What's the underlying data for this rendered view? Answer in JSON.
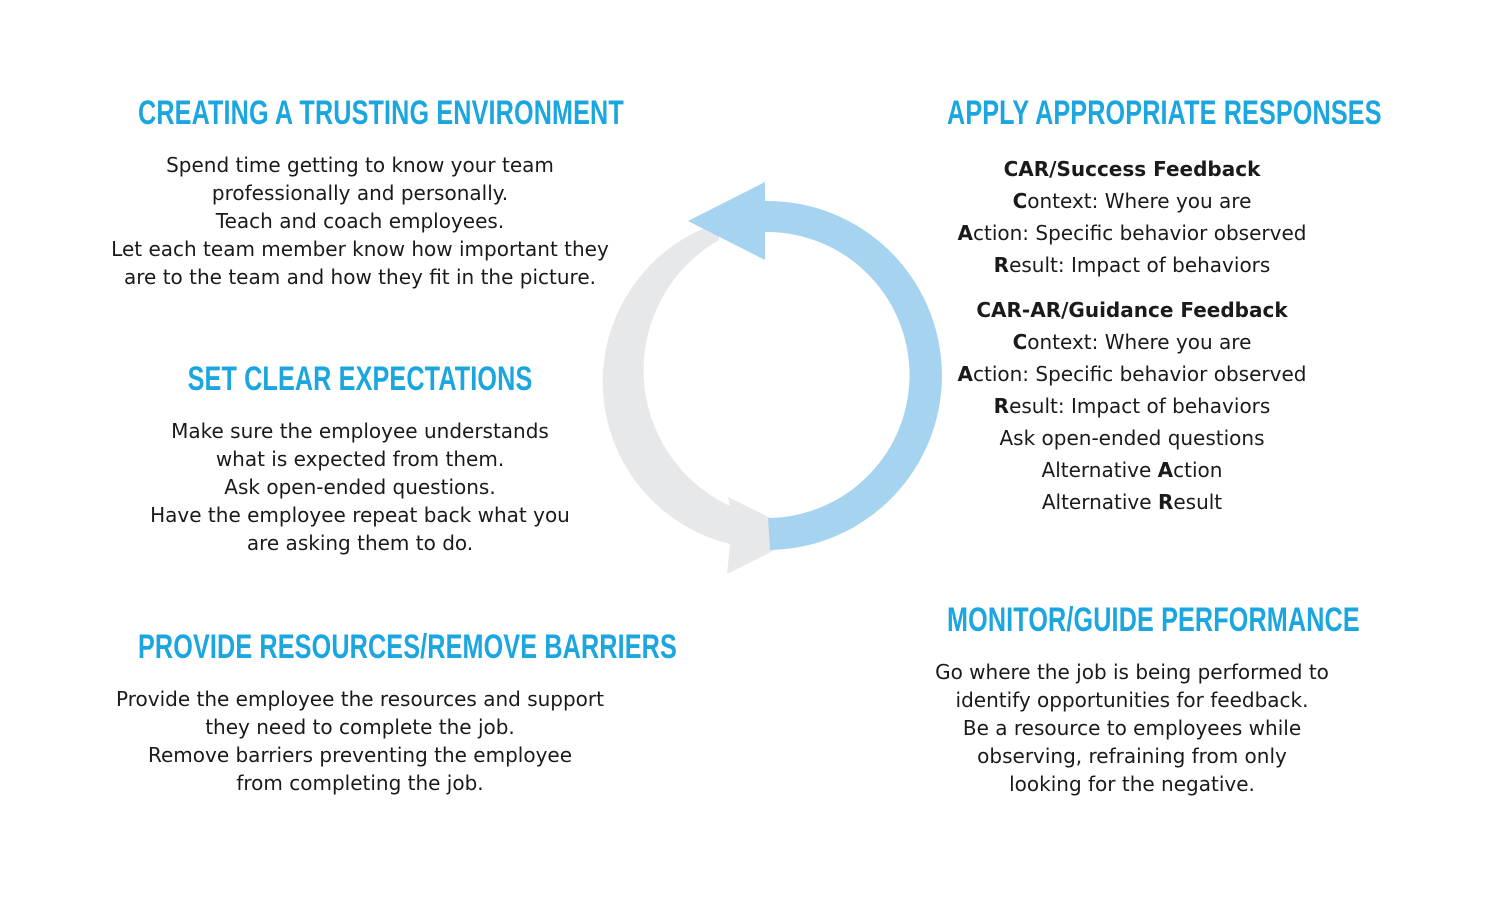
{
  "trusting": {
    "title": "CREATING A TRUSTING ENVIRONMENT",
    "lines": [
      "Spend time getting to know your team",
      "professionally and personally.",
      "Teach and coach employees.",
      "Let each team member know how important they",
      "are to the team and how they fit in the picture."
    ]
  },
  "expectations": {
    "title": "SET CLEAR EXPECTATIONS",
    "lines": [
      "Make sure the employee understands",
      "what is expected from them.",
      "Ask open-ended questions.",
      "Have the employee repeat back what you",
      "are asking them to do."
    ]
  },
  "resources": {
    "title": "PROVIDE RESOURCES/REMOVE BARRIERS",
    "lines": [
      "Provide the employee the resources and support",
      "they need to complete the job.",
      "Remove barriers preventing the employee",
      "from completing the job."
    ]
  },
  "responses": {
    "title": "APPLY APPROPRIATE RESPONSES",
    "success": {
      "title": "CAR/Success Feedback",
      "context_letter": "C",
      "context_rest": "ontext: Where you are",
      "action_letter": "A",
      "action_rest": "ction: Specific behavior observed",
      "result_letter": "R",
      "result_rest": "esult: Impact of behaviors"
    },
    "guidance": {
      "title": "CAR-AR/Guidance Feedback",
      "context_letter": "C",
      "context_rest": "ontext: Where you are",
      "action_letter": "A",
      "action_rest": "ction: Specific behavior observed",
      "result_letter": "R",
      "result_rest": "esult: Impact of behaviors",
      "ask": "Ask open-ended questions",
      "alt_action_prefix": "Alternative ",
      "alt_action_letter": "A",
      "alt_action_rest": "ction",
      "alt_result_prefix": "Alternative ",
      "alt_result_letter": "R",
      "alt_result_rest": "esult"
    }
  },
  "monitor": {
    "title": "MONITOR/GUIDE PERFORMANCE",
    "lines": [
      "Go where the job is being performed to",
      "identify opportunities for feedback.",
      "Be a resource to employees while",
      "observing, refraining from only",
      "looking for the negative."
    ]
  },
  "colors": {
    "heading": "#1ba6df",
    "arrow_blue": "#a6d4f0",
    "arrow_gray": "#e7e8ea"
  }
}
